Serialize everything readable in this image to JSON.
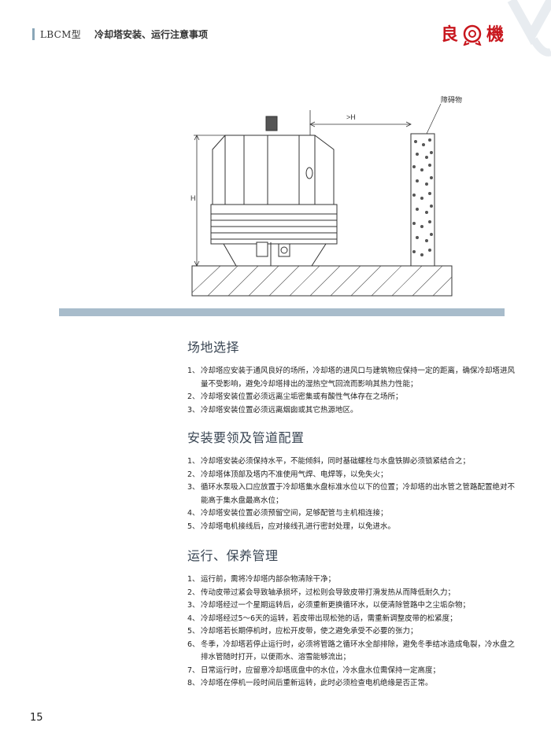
{
  "header": {
    "model": "LBCM型",
    "title": "冷却塔安装、运行注意事项",
    "brand_left": "良",
    "brand_right": "機",
    "brand_color": "#c8161d"
  },
  "diagram": {
    "obstacle_label": "障碍物",
    "height_label": "H",
    "distance_label": ">H"
  },
  "sections": [
    {
      "title": "场地选择",
      "items": [
        {
          "no": "1、",
          "text": "冷却塔应安装于通风良好的场所，冷却塔的进风口与建筑物应保持一定的距离，确保冷却塔进风量不受影响，避免冷却塔排出的湿热空气回流而影响其热力性能；"
        },
        {
          "no": "2、",
          "text": "冷却塔安装位置必须远离尘垢密集或有酸性气体存在之场所；"
        },
        {
          "no": "3、",
          "text": "冷却塔安装位置必须远离烟囱或其它热源地区。"
        }
      ]
    },
    {
      "title": "安装要领及管道配置",
      "items": [
        {
          "no": "1、",
          "text": "冷却塔安装必须保持水平，不能倾斜，同时基础螺栓与水盘铁脚必须锁紧结合之；"
        },
        {
          "no": "2、",
          "text": "冷却塔体顶部及塔内不准使用气焊、电焊等，以免失火；"
        },
        {
          "no": "3、",
          "text": "循环水泵吸入口应放置于冷却塔集水盘标准水位以下的位置；冷却塔的出水管之管路配置绝对不能高于集水盘最高水位；"
        },
        {
          "no": "4、",
          "text": "冷却塔安装位置必须预留空间，足够配管与主机相连接；"
        },
        {
          "no": "5、",
          "text": "冷却塔电机接线后，应对接线孔进行密封处理，以免进水。"
        }
      ]
    },
    {
      "title": "运行、保养管理",
      "items": [
        {
          "no": "1、",
          "text": "运行前，需将冷却塔内部杂物清除干净；"
        },
        {
          "no": "2、",
          "text": "传动皮带过紧会导致轴承损坏，过松则会导致皮带打滑发热从而降低耐久力；"
        },
        {
          "no": "3、",
          "text": "冷却塔经过一个星期运转后，必须重新更换循环水，以便清除管路中之尘垢杂物；"
        },
        {
          "no": "4、",
          "text": "冷却塔经过5～6天的运转，若皮带出现松弛的话，需重新调整皮带的松紧度；"
        },
        {
          "no": "5、",
          "text": "冷却塔若长期停机时，应松开皮带，使之避免承受不必要的张力；"
        },
        {
          "no": "6、",
          "text": "冬季，冷却塔若停止运行时，必须将管路之循环水全部排除，避免冬季结冰造成龟裂，冷水盘之排水管随时打开，以便雨水、溶雪能够流出；"
        },
        {
          "no": "7、",
          "text": "日常运行时，应留意冷却塔底盘中的水位，冷水盘水位需保持一定高度；"
        },
        {
          "no": "8、",
          "text": "冷却塔在停机一段时间后重新运转，此时必须检查电机绝缘是否正常。"
        }
      ]
    }
  ],
  "page_number": "15"
}
